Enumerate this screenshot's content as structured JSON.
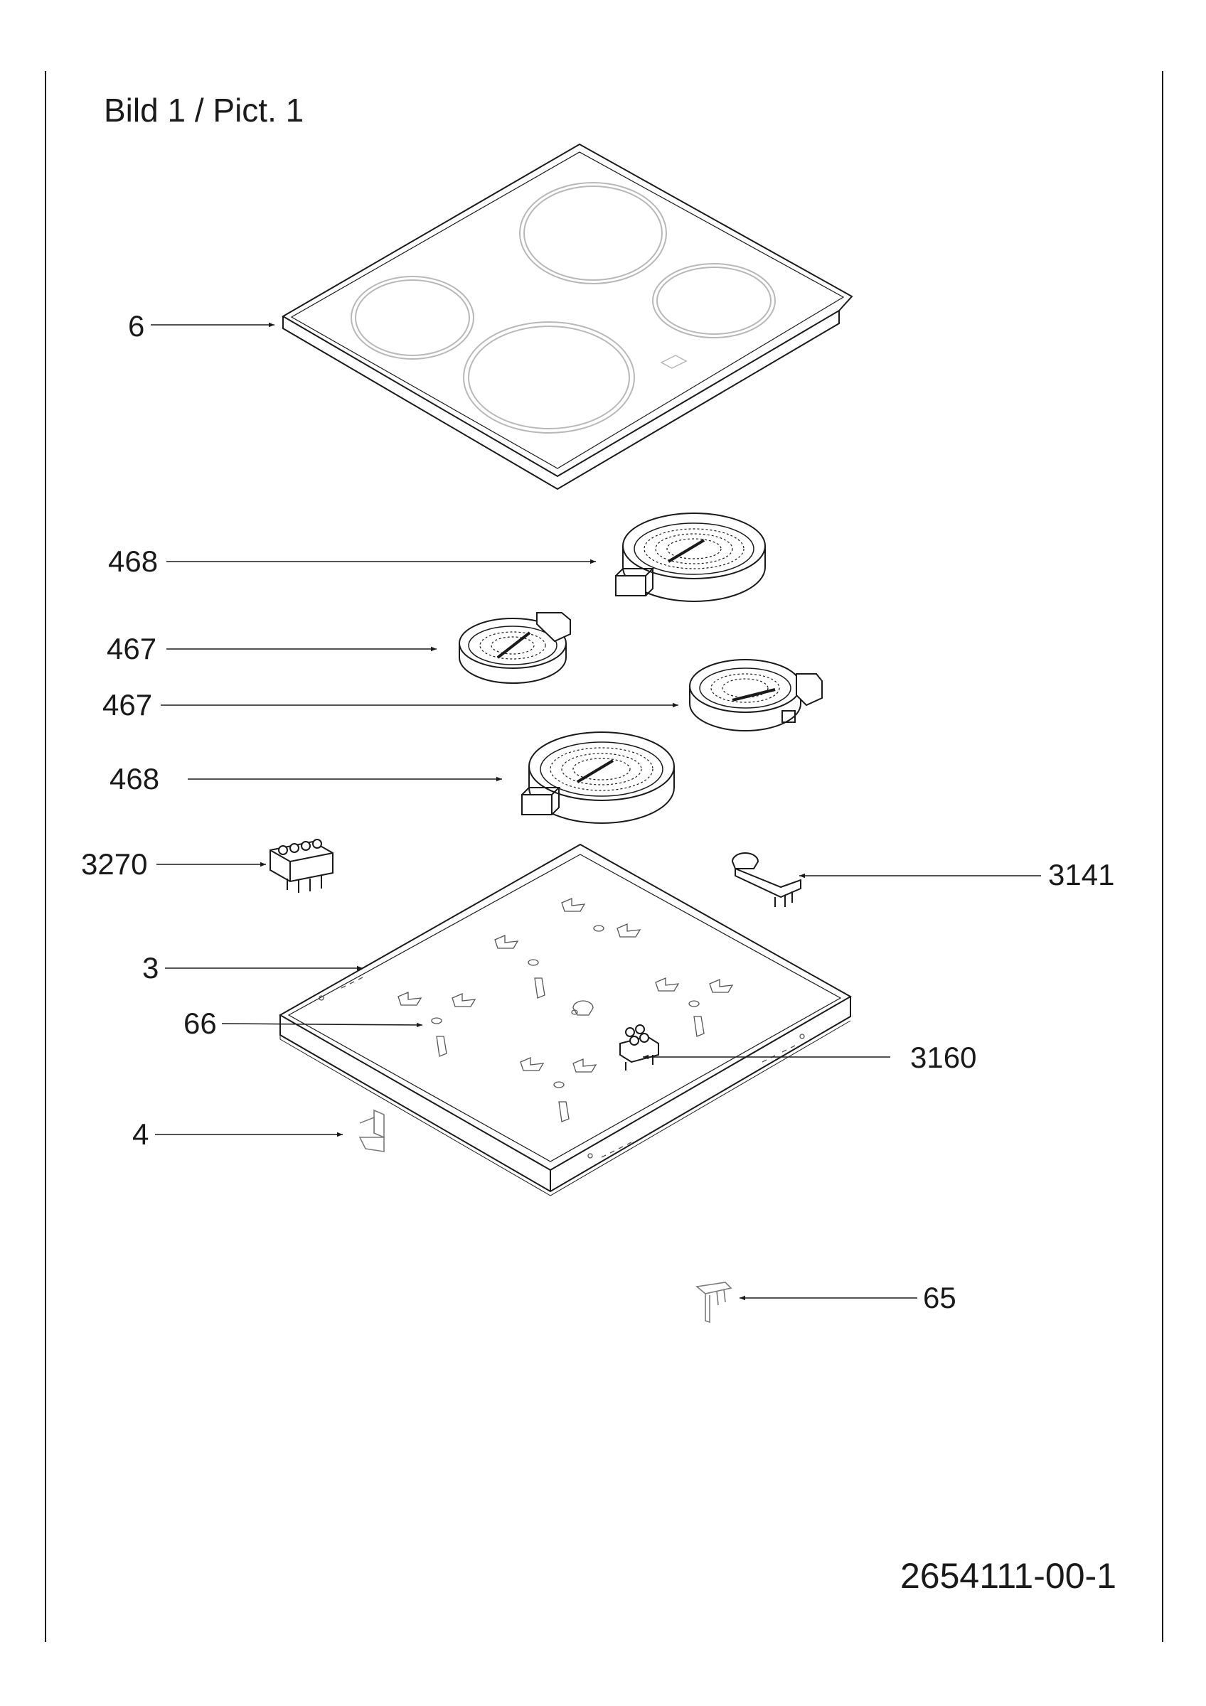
{
  "page": {
    "title": "Bild 1 / Pict. 1",
    "document_number": "2654111-00-1"
  },
  "callouts": [
    {
      "id": "c6",
      "label": "6"
    },
    {
      "id": "c468a",
      "label": "468"
    },
    {
      "id": "c467a",
      "label": "467"
    },
    {
      "id": "c467b",
      "label": "467"
    },
    {
      "id": "c468b",
      "label": "468"
    },
    {
      "id": "c3270",
      "label": "3270"
    },
    {
      "id": "c3141",
      "label": "3141"
    },
    {
      "id": "c3",
      "label": "3"
    },
    {
      "id": "c66",
      "label": "66"
    },
    {
      "id": "c3160",
      "label": "3160"
    },
    {
      "id": "c4",
      "label": "4"
    },
    {
      "id": "c65",
      "label": "65"
    }
  ]
}
